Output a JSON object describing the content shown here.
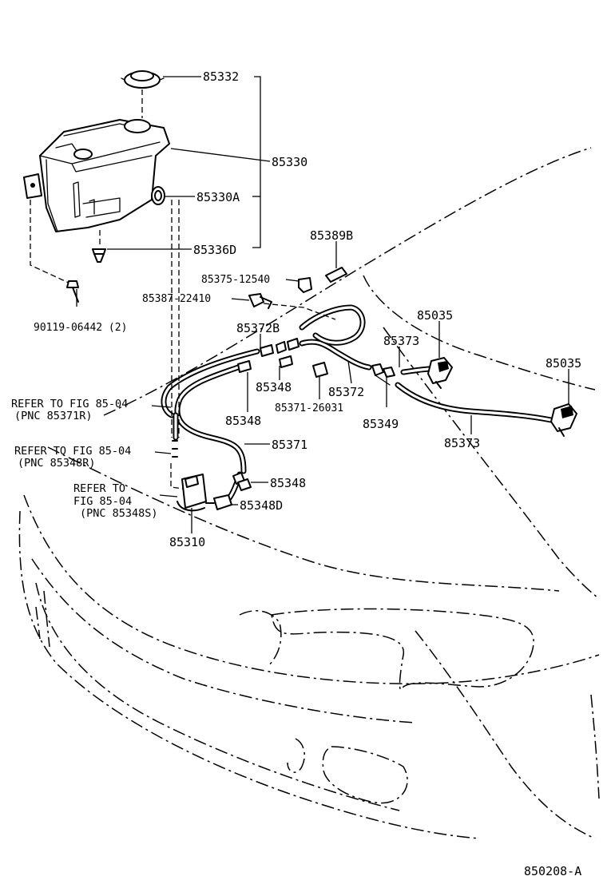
{
  "labels": {
    "p85332": "85332",
    "p85330": "85330",
    "p85330A": "85330A",
    "p85336D": "85336D",
    "p85389B": "85389B",
    "p85375": "85375-12540",
    "p85387": "85387-22410",
    "p85035a": "85035",
    "p85372B": "85372B",
    "p85373a": "85373",
    "p85035b": "85035",
    "p90119": "90119-06442 (2)",
    "p85348a": "85348",
    "p85372": "85372",
    "p85348b": "85348",
    "p85371_26031": "85371-26031",
    "p85349": "85349",
    "p85373b": "85373",
    "p85371": "85371",
    "p85348c": "85348",
    "p85348D": "85348D",
    "p85310": "85310"
  },
  "refs": {
    "ref1_line1": "REFER TO FIG 85-04",
    "ref1_line2": "(PNC 85371R)",
    "ref2_line1": "REFER TO FIG 85-04",
    "ref2_line2": "(PNC 85348R)",
    "ref3_line1": "REFER TO",
    "ref3_line2": "FIG 85-04",
    "ref3_line3": "(PNC 85348S)"
  },
  "figure_id": "850208-A"
}
